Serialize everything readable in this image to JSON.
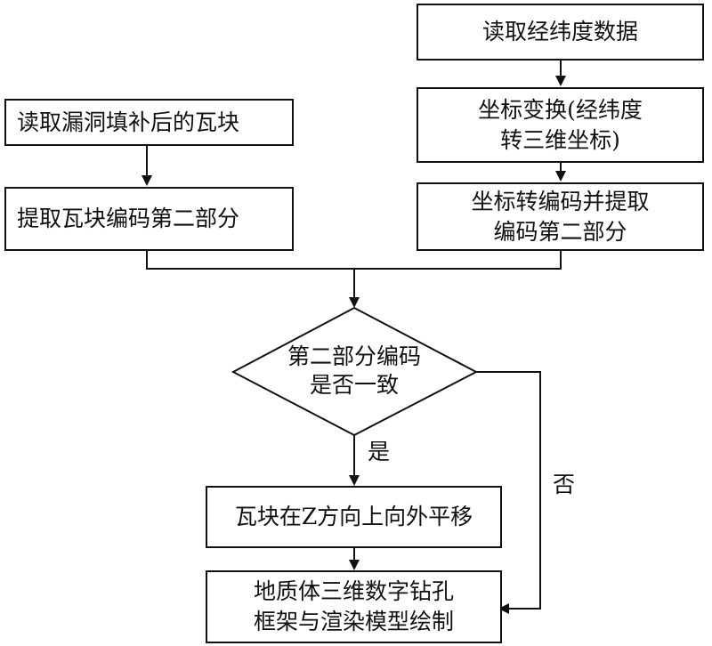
{
  "flow": {
    "left_read": "读取漏洞填补后的瓦块",
    "left_extract": "提取瓦块编码第二部分",
    "right_read": "读取经纬度数据",
    "right_transform_line1": "坐标变换(经纬度",
    "right_transform_line2": "转三维坐标)",
    "right_encode_line1": "坐标转编码并提取",
    "right_encode_line2": "编码第二部分",
    "decision_line1": "第二部分编码",
    "decision_line2": "是否一致",
    "yes_label": "是",
    "no_label": "否",
    "shift": "瓦块在Z方向上向外平移",
    "final_line1": "地质体三维数字钻孔",
    "final_line2": "框架与渲染模型绘制"
  }
}
